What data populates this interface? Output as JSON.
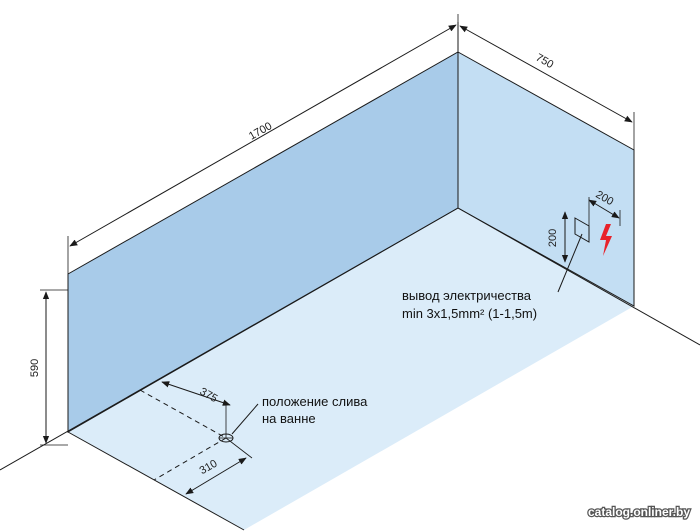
{
  "dimensions": {
    "length": "1700",
    "width": "750",
    "height": "590",
    "outlet_width": "200",
    "outlet_height": "200",
    "drain_distance_a": "375",
    "drain_distance_b": "310"
  },
  "labels": {
    "electric_line1": "вывод электричества",
    "electric_line2": "min 3x1,5mm² (1-1,5m)",
    "drain_line1": "положение слива",
    "drain_line2": "на ванне"
  },
  "watermark": "catalog.onliner.by",
  "colors": {
    "back_wall": "#a8cbe9",
    "side_wall": "#c3def3",
    "floor": "#dbecf9",
    "line": "#1a1a1a",
    "lightning": "#e8222a"
  }
}
